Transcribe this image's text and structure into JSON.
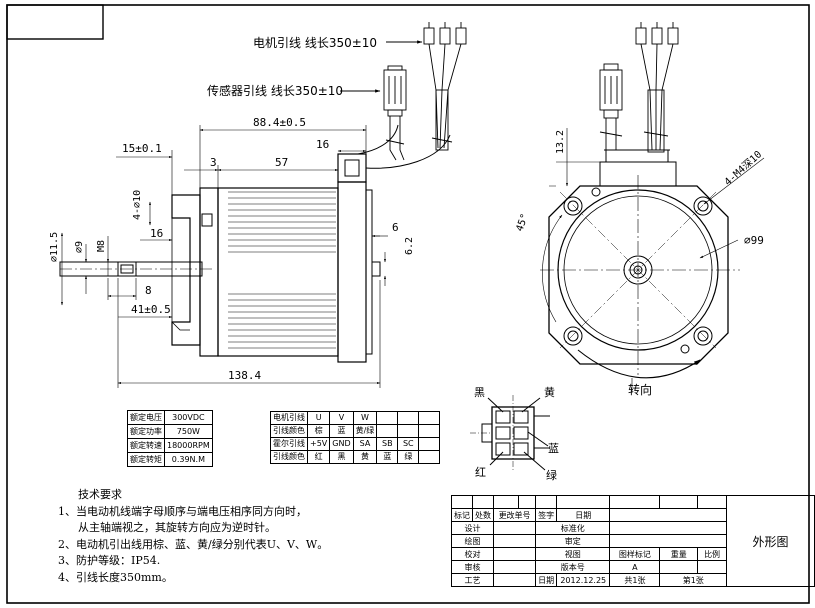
{
  "labels": {
    "motor_lead": "电机引线 线长350±10",
    "sensor_lead": "传感器引线 线长350±10",
    "rotation": "转向"
  },
  "dims": {
    "d_88_4": "88.4±0.5",
    "d_15": "15±0.1",
    "d_16_top": "16",
    "d_3": "3",
    "d_57": "57",
    "d_4phi10": "4-⌀10",
    "d_16_left": "16",
    "d_6": "6",
    "d_6_2": "6.2",
    "d_phi11_5": "⌀11.5",
    "d_phi9": "⌀9",
    "d_m8": "M8",
    "d_8": "8",
    "d_41": "41±0.5",
    "d_138_4": "138.4",
    "d_13_2": "13.2",
    "d_4m4": "4-M4深10",
    "d_45": "45°",
    "d_phi99": "⌀99"
  },
  "connector": {
    "black": "黑",
    "yellow": "黄",
    "blue": "蓝",
    "red": "红",
    "green": "绿"
  },
  "rated": [
    [
      "额定电压",
      "300VDC"
    ],
    [
      "额定功率",
      "750W"
    ],
    [
      "额定转速",
      "18000RPM"
    ],
    [
      "额定转矩",
      "0.39N.M"
    ]
  ],
  "wiring": [
    [
      "电机引线",
      "U",
      "V",
      "W",
      "",
      "",
      ""
    ],
    [
      "引线颜色",
      "棕",
      "蓝",
      "黄/绿",
      "",
      "",
      ""
    ],
    [
      "霍尔引线",
      "+5V",
      "GND",
      "SA",
      "SB",
      "SC",
      ""
    ],
    [
      "引线颜色",
      "红",
      "黑",
      "黄",
      "蓝",
      "绿",
      ""
    ]
  ],
  "notes": {
    "title": "技术要求",
    "lines": [
      "1、当电动机线端字母顺序与端电压相序同方向时，",
      "   从主轴端视之，其旋转方向应为逆时针。",
      "2、电动机引出线用棕、蓝、黄/绿分别代表U、V、W。",
      "3、防护等级：IP54.",
      "4、引线长度350mm。"
    ]
  },
  "title_block": {
    "mark": "标记",
    "count": "处数",
    "change_doc": "更改单号",
    "signature": "签字",
    "date_head": "日期",
    "design": "设计",
    "standardize": "标准化",
    "drawing": "绘图",
    "review": "审定",
    "check": "校对",
    "view": "视图",
    "stage_mark": "图样标记",
    "weight": "重量",
    "scale": "比例",
    "approve": "审核",
    "version": "版本号",
    "version_value": "A",
    "craft": "工艺",
    "date": "日期",
    "date_value": "2012.12.25",
    "total": "共1张",
    "sheet": "第1张",
    "drawing_name": "外形图"
  }
}
